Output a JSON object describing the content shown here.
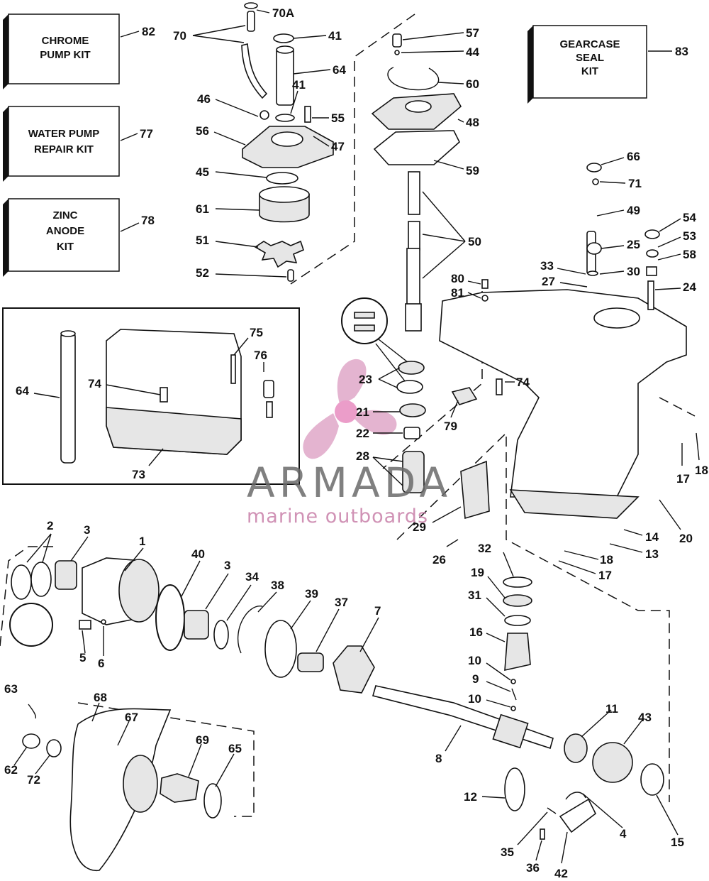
{
  "kits": [
    {
      "id": "chrome-pump-kit",
      "lines": [
        "CHROME",
        "PUMP KIT"
      ],
      "number": "82"
    },
    {
      "id": "water-pump-repair-kit",
      "lines": [
        "WATER PUMP",
        "REPAIR KIT"
      ],
      "number": "77"
    },
    {
      "id": "zinc-anode-kit",
      "lines": [
        "ZINC",
        "ANODE",
        "KIT"
      ],
      "number": "78"
    },
    {
      "id": "gearcase-seal-kit",
      "lines": [
        "GEARCASE",
        "SEAL",
        "KIT"
      ],
      "number": "83"
    }
  ],
  "watermark": {
    "brand": "ARMADA",
    "tagline": "marine outboards",
    "colors": {
      "brand": "#6a6a6a",
      "accent": "#e0a7c8",
      "accent_dark": "#c87fa9"
    }
  },
  "labels": {
    "l70a": "70A",
    "l70": "70",
    "l41a": "41",
    "l57": "57",
    "l44": "44",
    "l64a": "64",
    "l60": "60",
    "l46": "46",
    "l41b": "41",
    "l55": "55",
    "l48": "48",
    "l56": "56",
    "l47": "47",
    "l45": "45",
    "l59": "59",
    "l66": "66",
    "l71": "71",
    "l61": "61",
    "l49": "49",
    "l54": "54",
    "l53": "53",
    "l50": "50",
    "l51": "51",
    "l25": "25",
    "l58": "58",
    "l52": "52",
    "l33": "33",
    "l30": "30",
    "l80": "80",
    "l81": "81",
    "l27": "27",
    "l24": "24",
    "l75": "75",
    "l76": "76",
    "l23": "23",
    "l64b": "64",
    "l74a": "74",
    "l74b": "74",
    "l21": "21",
    "l79": "79",
    "l22": "22",
    "l17a": "17",
    "l18a": "18",
    "l73": "73",
    "l28": "28",
    "l29": "29",
    "l20": "20",
    "l14": "14",
    "l13": "13",
    "l26": "26",
    "l18b": "18",
    "l17b": "17",
    "l2": "2",
    "l3a": "3",
    "l1": "1",
    "l40": "40",
    "l3b": "3",
    "l34": "34",
    "l38": "38",
    "l39": "39",
    "l37": "37",
    "l7": "7",
    "l32": "32",
    "l19": "19",
    "l31": "31",
    "l5": "5",
    "l6": "6",
    "l16": "16",
    "l10a": "10",
    "l9": "9",
    "l10b": "10",
    "l63": "63",
    "l68": "68",
    "l67": "67",
    "l69": "69",
    "l65": "65",
    "l11": "11",
    "l43": "43",
    "l8": "8",
    "l62": "62",
    "l72": "72",
    "l12": "12",
    "l4": "4",
    "l15": "15",
    "l35": "35",
    "l36": "36",
    "l42": "42"
  }
}
